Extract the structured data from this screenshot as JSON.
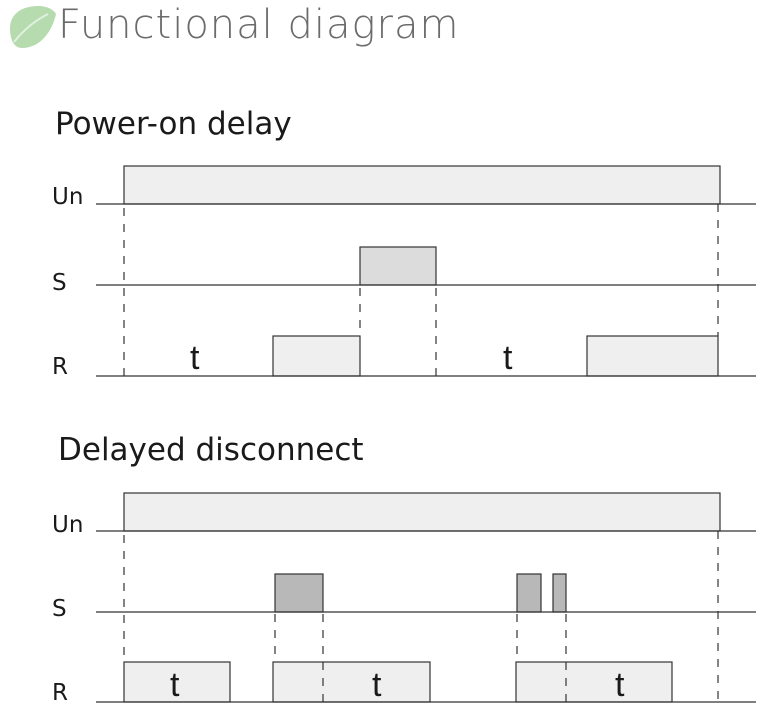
{
  "header": {
    "title": "Functional diagram",
    "logo_color": "#a8d5a0"
  },
  "sections": [
    {
      "title": "Power-on delay",
      "signals": [
        "Un",
        "S",
        "R"
      ],
      "delay_labels": [
        "t",
        "t"
      ]
    },
    {
      "title": "Delayed disconnect",
      "signals": [
        "Un",
        "S",
        "R"
      ],
      "delay_labels": [
        "t",
        "t",
        "t"
      ]
    }
  ],
  "colors": {
    "pulse_light": "#efefef",
    "pulse_medium": "#dcdcdc",
    "pulse_dark": "#b8b8b8",
    "line": "#333333",
    "text": "#1a1a1a",
    "title_gray": "#6b6b6b"
  }
}
